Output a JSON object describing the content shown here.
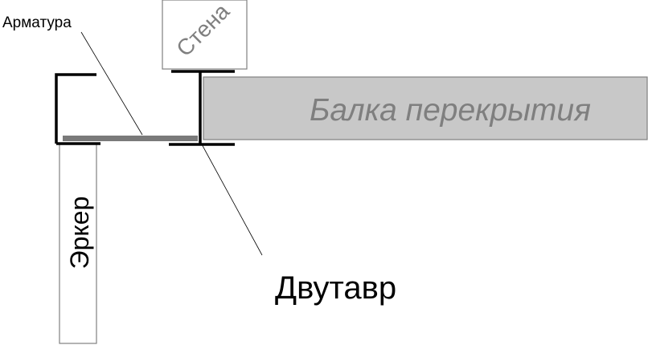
{
  "labels": {
    "armatura": "Арматура",
    "stena": "Стена",
    "balka": "Балка перекрытия",
    "erker": "Эркер",
    "dvutavr": "Двутавр"
  },
  "colors": {
    "background": "#ffffff",
    "outline": "#808080",
    "steel": "#000000",
    "beam_fill": "#c8c8c8",
    "rebar": "#7a7a7a",
    "gray_text": "#7f7f7f",
    "black_text": "#000000",
    "leader": "#000000"
  }
}
